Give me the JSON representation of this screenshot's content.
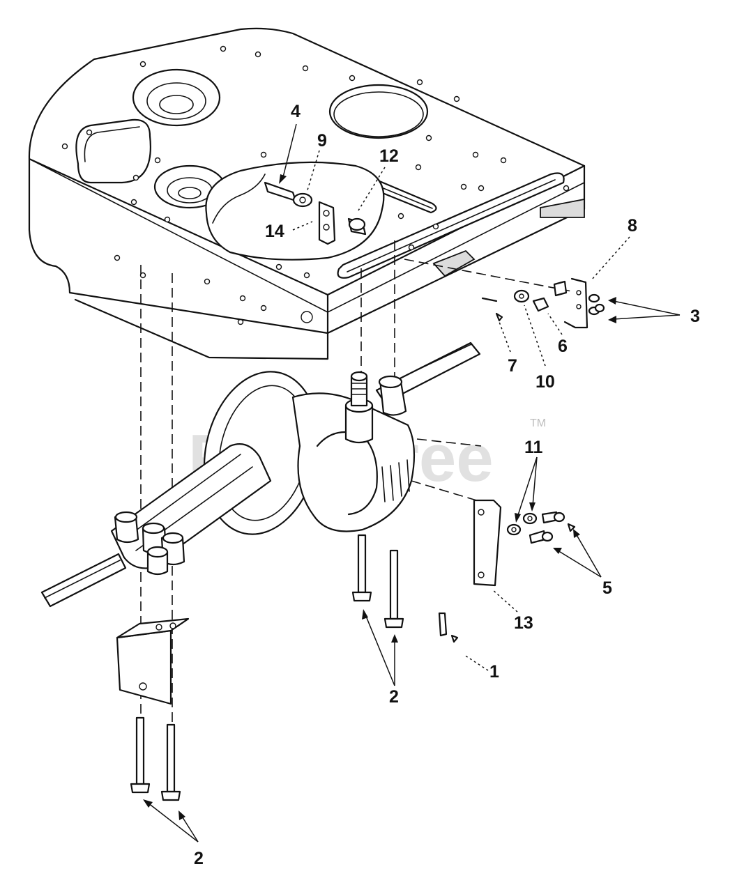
{
  "watermark": {
    "text": "PartsTree",
    "tm": "TM"
  },
  "callouts": [
    {
      "label": "1"
    },
    {
      "label": "2"
    },
    {
      "label": "2"
    },
    {
      "label": "2"
    },
    {
      "label": "3"
    },
    {
      "label": "4"
    },
    {
      "label": "5"
    },
    {
      "label": "6"
    },
    {
      "label": "7"
    },
    {
      "label": "8"
    },
    {
      "label": "9"
    },
    {
      "label": "10"
    },
    {
      "label": "11"
    },
    {
      "label": "12"
    },
    {
      "label": "13"
    },
    {
      "label": "14"
    }
  ],
  "colors": {
    "line": "#111111",
    "watermark": "#c9c9c9",
    "background": "#ffffff"
  }
}
